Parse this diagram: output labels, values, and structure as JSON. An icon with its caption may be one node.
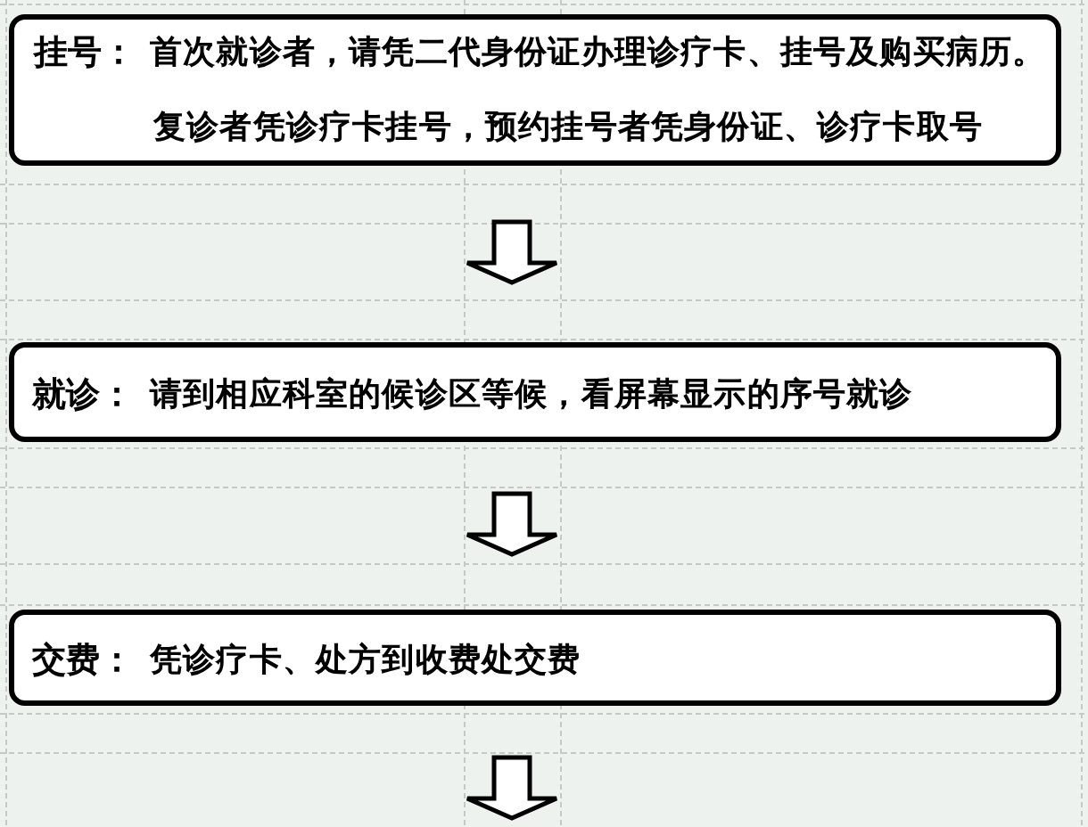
{
  "diagram": {
    "nodes": [
      {
        "text": [
          "挂号：",
          "首次就诊者，请凭二代身份证办理诊疗卡、挂号及购买病历。",
          "复诊者凭诊疗卡挂号，预约挂号者凭身份证、诊疗卡取号"
        ]
      },
      {
        "text": [
          "就诊：",
          "请到相应科室的候诊区等候，看屏幕显示的序号就诊"
        ]
      },
      {
        "text": [
          "交费：",
          "凭诊疗卡、处方到收费处交费"
        ]
      }
    ],
    "edges": [
      {
        "from": 0,
        "to": 1,
        "arrow": "to"
      },
      {
        "from": 1,
        "to": 2,
        "arrow": "to"
      },
      {
        "from": 2,
        "to": null,
        "arrow": "to"
      }
    ]
  }
}
